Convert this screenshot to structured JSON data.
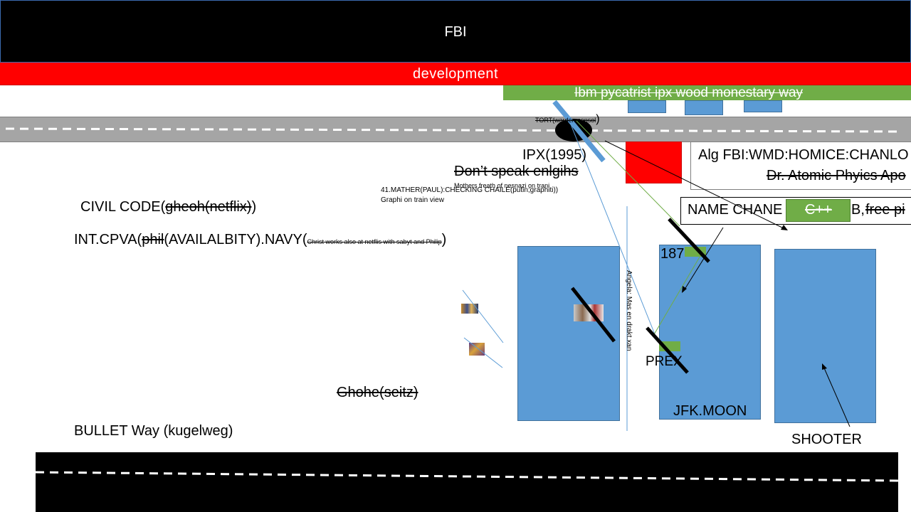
{
  "top_banner": {
    "title": "FBI"
  },
  "red_banner": {
    "label": "development"
  },
  "green_bar": {
    "label": "Ibm pycatrist ipx wood monestary way"
  },
  "labels": {
    "tort": "TORT(warden",
    "tort_tail": "consol",
    "tort_paren": ")",
    "ipx": "IPX(1995)",
    "dont_speak": "Don’t speak enlgihs",
    "mothers": "Mothers freath of nesnazi on trani",
    "mather": "41.MATHER(PAUL):CHECKING CHAILE(putin;graphiti))",
    "graphi": "Graphi on train view",
    "alg_fbi": "Alg FBI:WMD:HOMICE:CHANLO",
    "dr_atomic": "Dr. Atomic Phyics Apo",
    "name_chane": "NAME CHANE",
    "cpp": "C++",
    "b_suffix": "B,",
    "free_pi": "free pi",
    "civil_code_a": "CIVIL CODE(",
    "civil_code_b": "gheoh(netflix)",
    "civil_code_c": ")",
    "intc_a": "INT.CPVA(",
    "intc_b": "phil",
    "intc_c": "(AVAILALBITY).NAVY(",
    "intc_small": "Christ works also at netflis with sabyt and Philip",
    "intc_d": ")",
    "n187": "187",
    "angela": "Angela: Mas en drakt.xan",
    "prex": "PREX",
    "jfk": "JFK.MOON",
    "shooter": "SHOOTER",
    "ghohe": "Ghohe(seitz)",
    "bullet": "BULLET Way (kugelweg)"
  },
  "colors": {
    "black": "#000000",
    "red": "#ff0000",
    "green": "#70ad47",
    "blue": "#5b9bd5",
    "road": "#a5a5a5"
  }
}
